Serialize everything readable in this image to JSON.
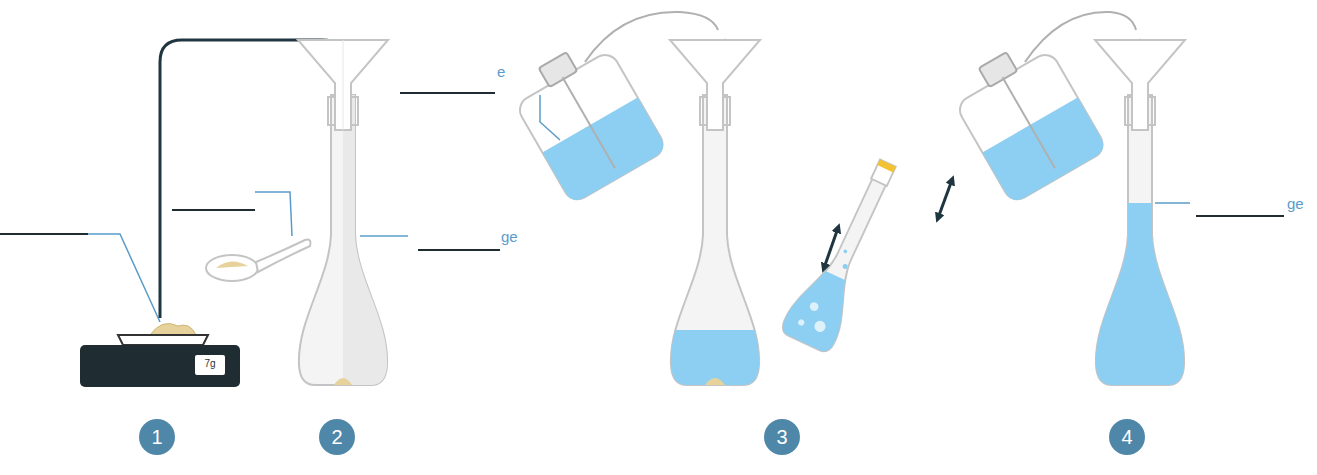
{
  "diagram": {
    "nodes": [
      {
        "text": [
          "1"
        ]
      },
      {
        "text": [
          "2"
        ]
      },
      {
        "text": [
          "3"
        ]
      },
      {
        "text": [
          "4"
        ]
      }
    ],
    "labels": [
      "7g",
      "e",
      "ge",
      "ge"
    ]
  }
}
